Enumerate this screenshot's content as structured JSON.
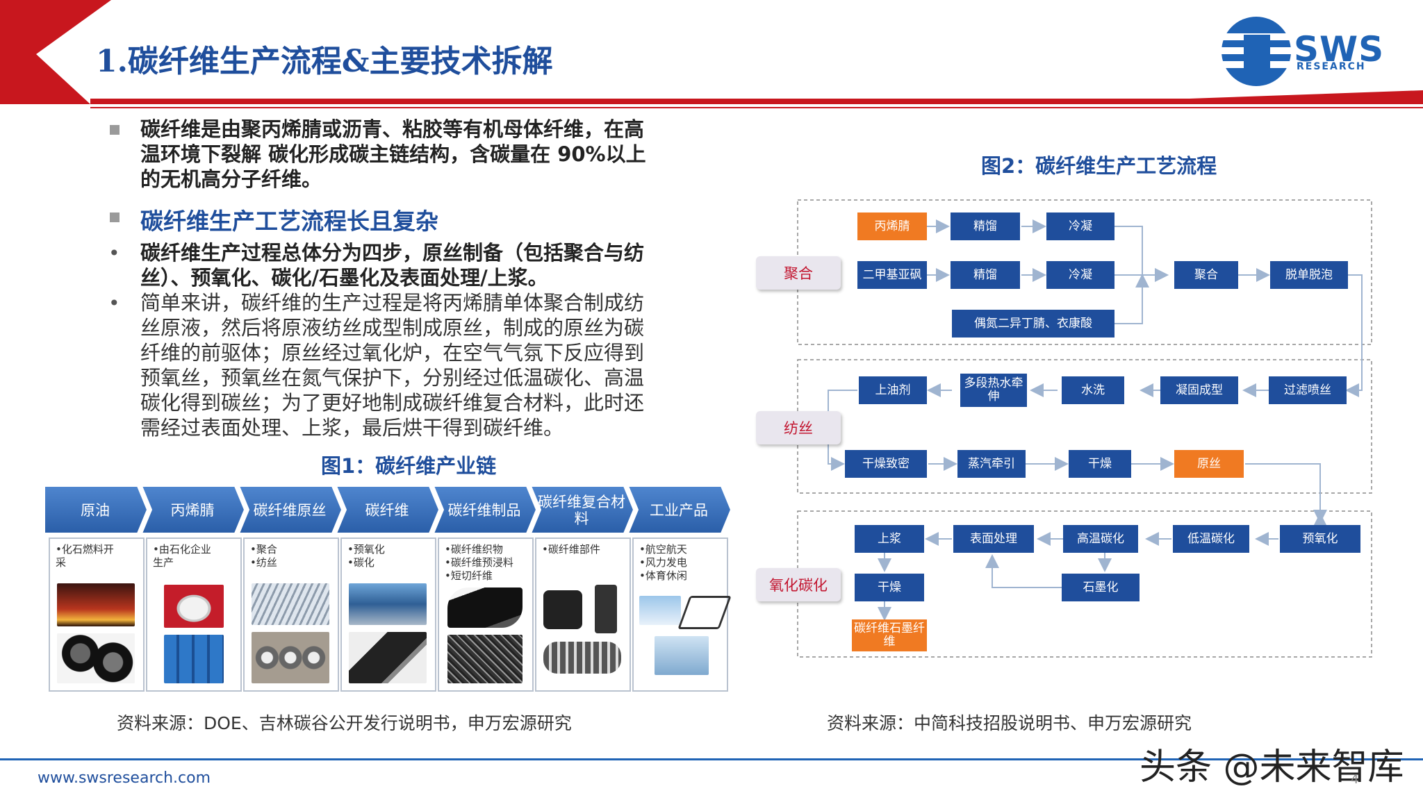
{
  "header": {
    "title": "1.碳纤维生产流程&主要技术拆解",
    "logo_text": "SWS",
    "logo_sub": "RESEARCH",
    "accent_color": "#c8171e",
    "brand_color": "#1f4e9c"
  },
  "left": {
    "p1": [
      "碳纤维是由聚丙烯腈或沥青、粘胶等有机母体纤维，在高",
      "温环境下裂解 碳化形成碳主链结构，含碳量在 90%以上",
      "的无机高分子纤维。"
    ],
    "heading2": "碳纤维生产工艺流程长且复杂",
    "b1": [
      "碳纤维生产过程总体分为四步，原丝制备（包括聚合与纺",
      "丝）、预氧化、碳化/石墨化及表面处理/上浆。"
    ],
    "b2": [
      "简单来讲，碳纤维的生产过程是将丙烯腈单体聚合制成纺",
      "丝原液，然后将原液纺丝成型制成原丝，制成的原丝为碳",
      "纤维的前驱体；原丝经过氧化炉，在空气气氛下反应得到",
      "预氧丝，预氧丝在氮气保护下，分别经过低温碳化、高温",
      "碳化得到碳丝；为了更好地制成碳纤维复合材料，此时还",
      "需经过表面处理、上浆，最后烘干得到碳纤维。"
    ],
    "bullet_dot": "•"
  },
  "fig1": {
    "title": "图1：碳纤维产业链",
    "source": "资料来源：DOE、吉林碳谷公开发行说明书，申万宏源研究",
    "columns": [
      {
        "head": "原油",
        "items": [
          "•化石燃料开",
          "采"
        ]
      },
      {
        "head": "丙烯腈",
        "items": [
          "•由石化企业",
          "生产"
        ]
      },
      {
        "head": "碳纤维原丝",
        "items": [
          "•聚合",
          "•纺丝"
        ]
      },
      {
        "head": "碳纤维",
        "items": [
          "•预氧化",
          "•碳化"
        ]
      },
      {
        "head": "碳纤维制品",
        "items": [
          "•碳纤维织物",
          "•碳纤维预浸料",
          "•短切纤维"
        ]
      },
      {
        "head": "碳纤维复合材料",
        "items": [
          "•碳纤维部件"
        ]
      },
      {
        "head": "工业产品",
        "items": [
          "•航空航天",
          "•风力发电",
          "•体育休闲"
        ]
      }
    ]
  },
  "fig2": {
    "title": "图2：碳纤维生产工艺流程",
    "source": "资料来源：中简科技招股说明书、申万宏源研究",
    "stages": {
      "s1": "聚合",
      "s2": "纺丝",
      "s3": "氧化碳化"
    },
    "boxes": {
      "bingxijing": "丙烯腈",
      "jingliu1": "精馏",
      "lengning1": "冷凝",
      "erjiaji": "二甲基亚砜",
      "jingliu2": "精馏",
      "lengning2": "冷凝",
      "juhe": "聚合",
      "tuodan": "脱单脱泡",
      "oudan": "偶氮二异丁腈、衣康酸",
      "shangyouji": "上油剂",
      "duoduan": "多段热水牵伸",
      "shuixi": "水洗",
      "ninggu": "凝固成型",
      "guolv": "过滤喷丝",
      "ganzao_zhimi": "干燥致密",
      "zhengqi": "蒸汽牵引",
      "ganzao1": "干燥",
      "yuansi": "原丝",
      "shangjiang": "上浆",
      "biaomian": "表面处理",
      "gaowen": "高温碳化",
      "diwen": "低温碳化",
      "yuyang": "预氧化",
      "ganzao2": "干燥",
      "shimo": "石墨化",
      "tanxianwei": "碳纤维石墨纤维"
    }
  },
  "footer": {
    "url": "www.swsresearch.com",
    "watermark": "头条 @未来智库",
    "page": "4"
  }
}
